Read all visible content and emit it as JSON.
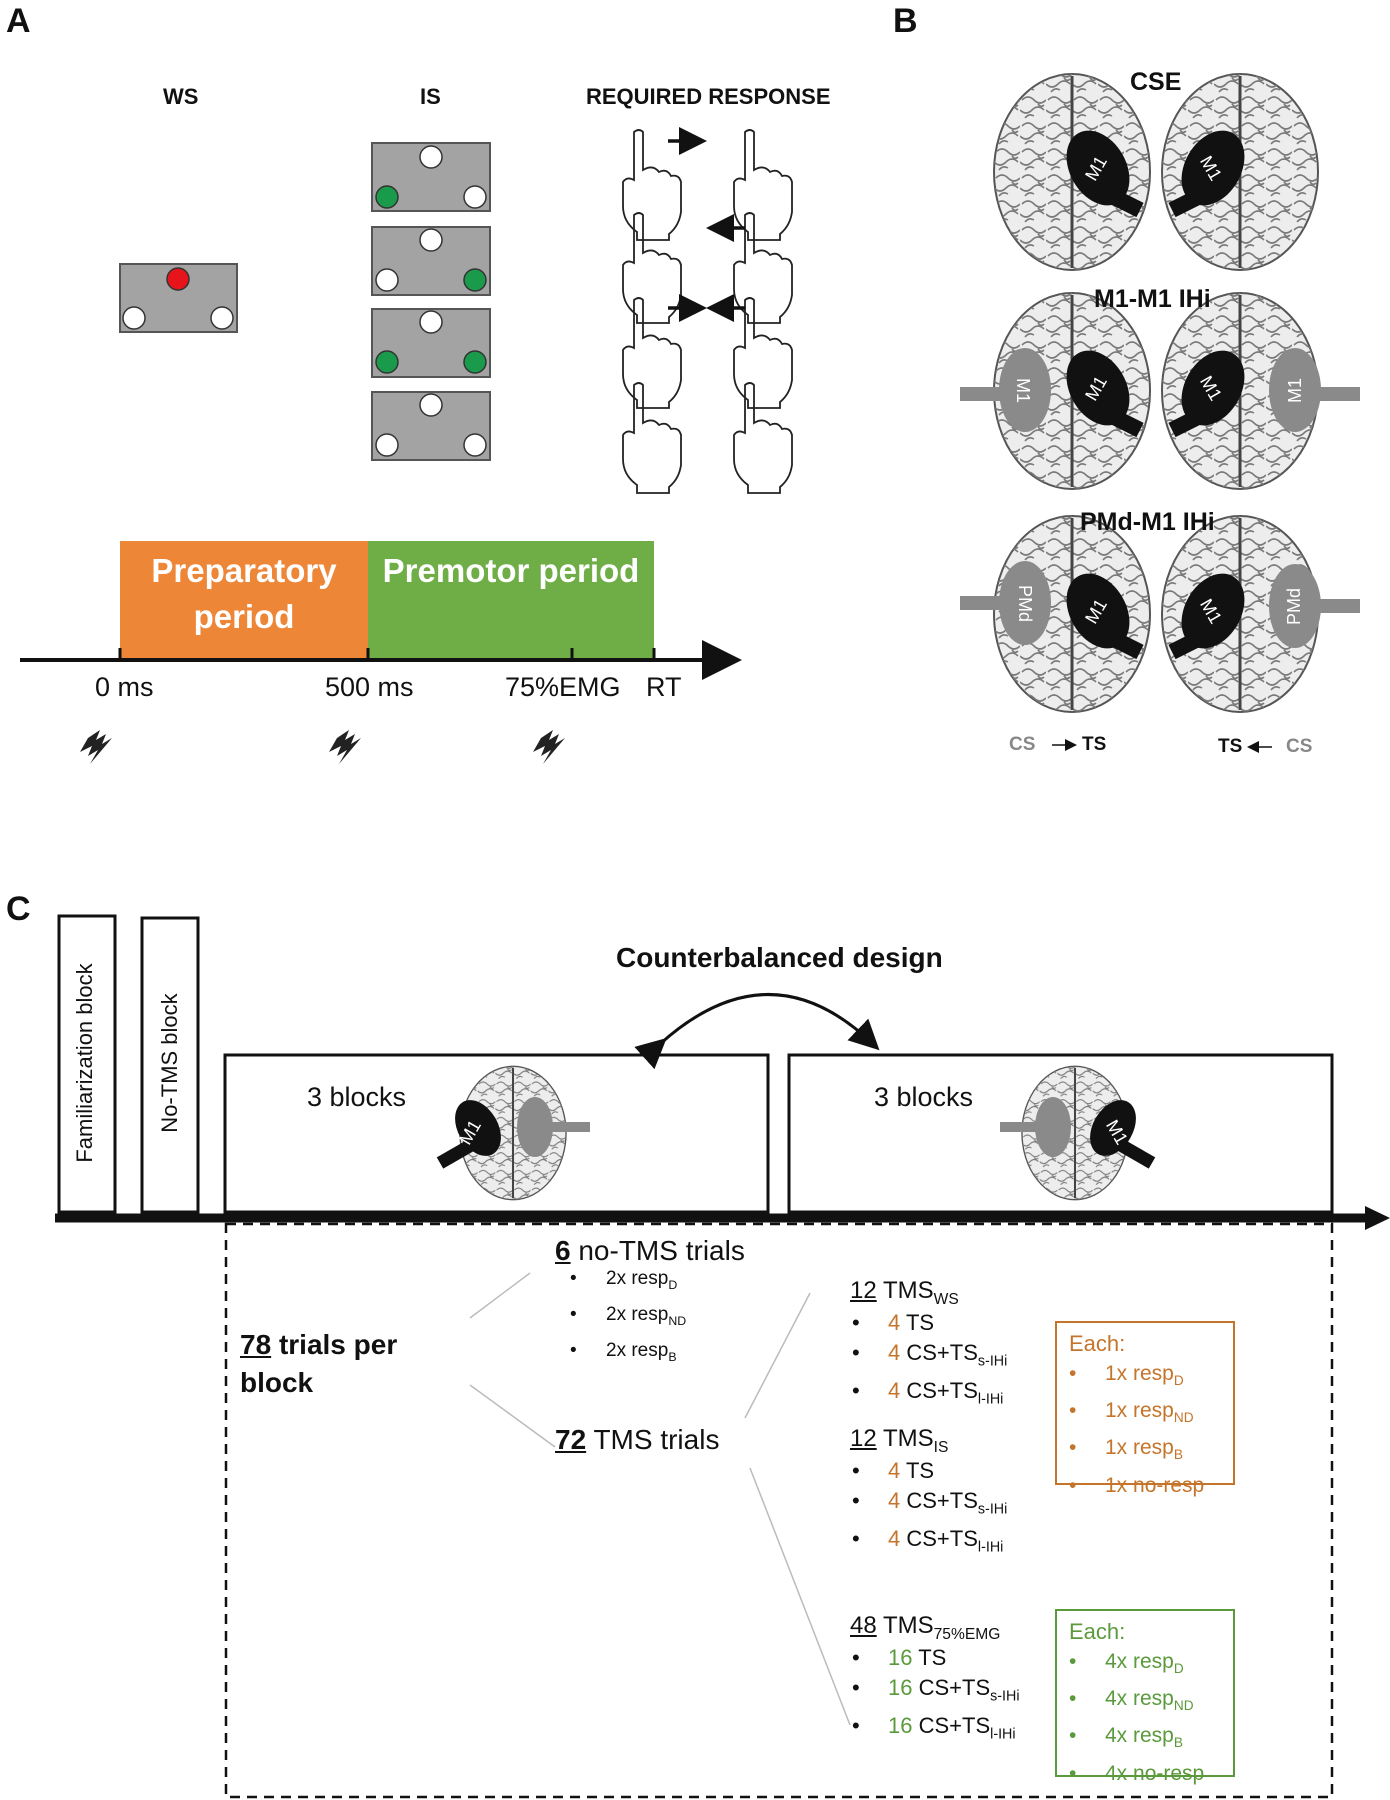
{
  "panel_labels": {
    "a": "A",
    "b": "B",
    "c": "C"
  },
  "panel_a": {
    "headers": {
      "ws": "WS",
      "is": "IS",
      "required": "REQUIRED RESPONSE"
    },
    "periods": {
      "preparatory": "Preparatory period",
      "premotor": "Premotor period"
    },
    "time_labels": {
      "t0": "0 ms",
      "t500": "500 ms",
      "t75": "75%EMG",
      "rt": "RT"
    },
    "colors": {
      "red": "#e8141b",
      "green": "#1a9b4b",
      "gray": "#a3a3a3",
      "orange": "#ee8638",
      "green_bar": "#6fae46"
    },
    "icons": [
      "hand-icon",
      "arrow-icon",
      "lightning-icon"
    ]
  },
  "panel_b": {
    "titles": {
      "cse": "CSE",
      "m1m1": "M1-M1 IHi",
      "pmdm1": "PMd-M1 IHi"
    },
    "labels": {
      "m1": "M1",
      "pmd": "PMd"
    },
    "cs": "CS",
    "ts": "TS",
    "icons": [
      "brain-icon",
      "coil-icon"
    ]
  },
  "panel_c": {
    "counterbalanced": "Counterbalanced design",
    "familiarization": "Familiarization block",
    "no_tms_block": "No-TMS block",
    "three_blocks": "3 blocks",
    "trials_per_block": {
      "num": "78",
      "text": "trials per",
      "text2": "block"
    },
    "no_tms_trials": {
      "num": "6",
      "text": "no-TMS trials",
      "items": [
        "2x resp",
        "2x resp",
        "2x resp"
      ],
      "subs": [
        "D",
        "ND",
        "B"
      ]
    },
    "tms_trials": {
      "num": "72",
      "text": "TMS trials"
    },
    "ws": {
      "num": "12",
      "label": "TMS",
      "sub": "WS",
      "items": [
        {
          "n": "4",
          "t": "TS",
          "s": ""
        },
        {
          "n": "4",
          "t": "CS+TS",
          "s": "s-IHi"
        },
        {
          "n": "4",
          "t": "CS+TS",
          "s": "l-IHi"
        }
      ]
    },
    "is": {
      "num": "12",
      "label": "TMS",
      "sub": "IS",
      "items": [
        {
          "n": "4",
          "t": "TS",
          "s": ""
        },
        {
          "n": "4",
          "t": "CS+TS",
          "s": "s-IHi"
        },
        {
          "n": "4",
          "t": "CS+TS",
          "s": "l-IHi"
        }
      ]
    },
    "emg": {
      "num": "48",
      "label": "TMS",
      "sub": "75%EMG",
      "items": [
        {
          "n": "16",
          "t": "TS",
          "s": ""
        },
        {
          "n": "16",
          "t": "CS+TS",
          "s": "s-IHi"
        },
        {
          "n": "16",
          "t": "CS+TS",
          "s": "l-IHi"
        }
      ]
    },
    "each_orange": {
      "title": "Each:",
      "items": [
        {
          "t": "1x resp",
          "s": "D"
        },
        {
          "t": "1x resp",
          "s": "ND"
        },
        {
          "t": "1x resp",
          "s": "B"
        },
        {
          "t": "1x no-resp",
          "s": ""
        }
      ]
    },
    "each_green": {
      "title": "Each:",
      "items": [
        {
          "t": "4x resp",
          "s": "D"
        },
        {
          "t": "4x resp",
          "s": "ND"
        },
        {
          "t": "4x resp",
          "s": "B"
        },
        {
          "t": "4x no-resp",
          "s": ""
        }
      ]
    }
  }
}
